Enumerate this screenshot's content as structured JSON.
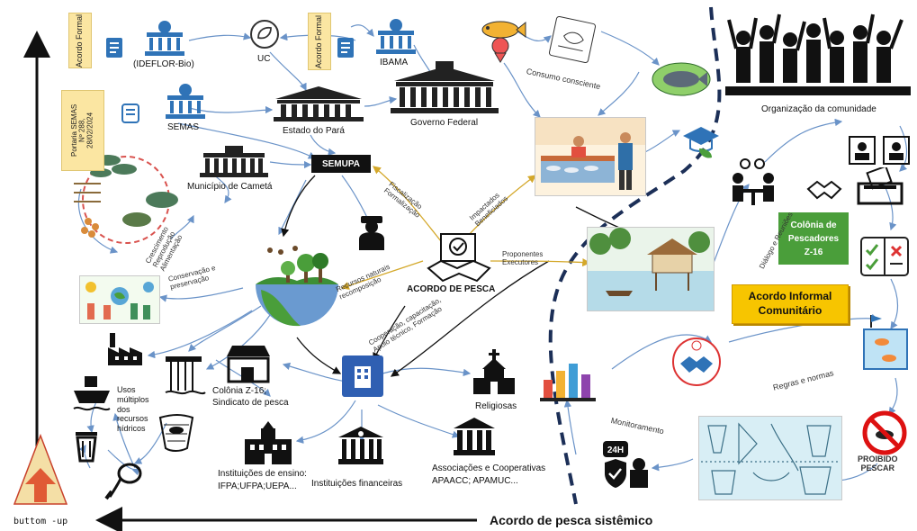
{
  "nodes": {
    "ideflor": "(IDEFLOR-Bio)",
    "uc": "UC",
    "ibama": "IBAMA",
    "semas": "SEMAS",
    "estado_para": "Estado do Pará",
    "governo_federal": "Governo Federal",
    "municipio": "Município de Cametá",
    "semupa": "SEMUPA",
    "acordo_pesca": "ACORDO DE PESCA",
    "colonia_z16_sind": "Colônia Z-16;\nSindicato de pesca",
    "religiosas": "Religiosas",
    "inst_ensino": "Instituições de ensino:\nIFPA;UFPA;UEPA...",
    "inst_financeiras": "Instituições financeiras",
    "associacoes": "Associações e Cooperativas\nAPAACC; APAMUC...",
    "usos_multiplos": "Usos\nmúltiplos\ndos\nrecursos\nhídricos",
    "organizacao": "Organização da comunidade",
    "colonia_pescadores": "Colônia de\nPescadores\nZ-16",
    "acordo_informal": "Acordo Informal\nComunitário",
    "proibido": "PROIBIDO\nPESCAR"
  },
  "tags": {
    "acordo_formal_1": "Acordo Formal",
    "acordo_formal_2": "Acordo Formal",
    "portaria": "Portaria SEMAS\nNº 288,\n28/02/2024"
  },
  "edge_labels": {
    "consumo": "Consumo consciente",
    "fiscalizacao": "Fiscalização\nFormalização",
    "impactados": "Impactados\nBeneficiados",
    "proponentes": "Proponentes\nExecutores",
    "recursos": "Recursos naturais\nrecomposição",
    "cooperacao": "Cooperação, capacitação,\nApoio técnico, Formação",
    "conservacao": "Conservação e\npreservação",
    "crescimento": "Crescimento\nReprodução\nAlimentação",
    "dialogo": "Diálogo e Reuniões",
    "regras": "Regras e normas",
    "monitoramento": "Monitoramento"
  },
  "axes": {
    "bottom_title": "Acordo de pesca sistêmico",
    "bottom_up": "buttom -up"
  },
  "icon_text": {
    "clock": "24H"
  },
  "colors": {
    "arrow": "#6a93c8",
    "dashed": "#1c2f57",
    "semupa_bg": "#111111",
    "colonia_bg": "#4a9e3a",
    "acordo_informal_bg": "#f7c500",
    "tag_bg": "#fbe6a2"
  }
}
